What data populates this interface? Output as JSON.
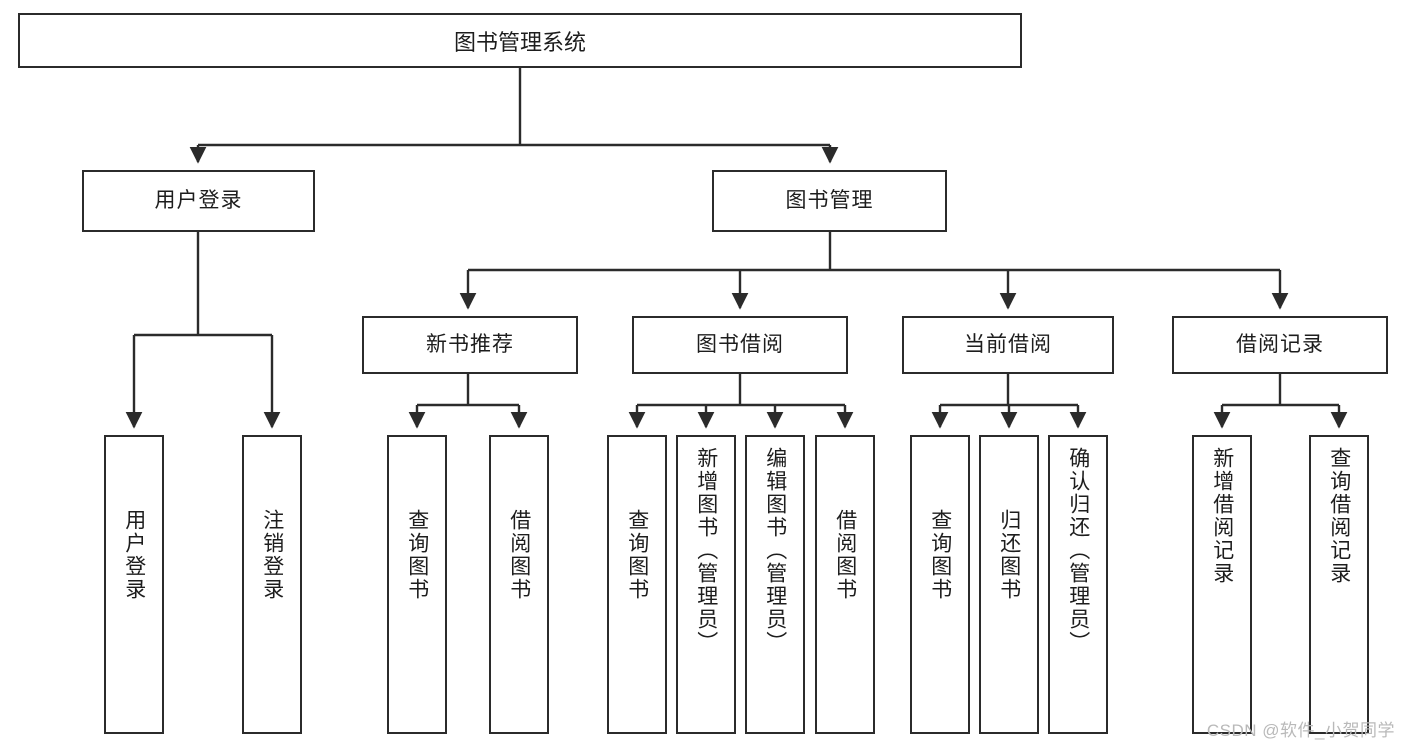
{
  "diagram": {
    "title": "图书管理系统",
    "type": "tree-flowchart",
    "root": {
      "label": "图书管理系统"
    },
    "level2": [
      {
        "label": "用户登录"
      },
      {
        "label": "图书管理"
      }
    ],
    "level3": [
      {
        "label": "新书推荐"
      },
      {
        "label": "图书借阅"
      },
      {
        "label": "当前借阅"
      },
      {
        "label": "借阅记录"
      }
    ],
    "leaves": {
      "user_login": [
        {
          "label": "用户登录"
        },
        {
          "label": "注销登录"
        }
      ],
      "new_book": [
        {
          "label": "查询图书"
        },
        {
          "label": "借阅图书"
        }
      ],
      "book_borrow": [
        {
          "label": "查询图书"
        },
        {
          "label": "新增图书（管理员）"
        },
        {
          "label": "编辑图书（管理员）"
        },
        {
          "label": "借阅图书"
        }
      ],
      "current_borrow": [
        {
          "label": "查询图书"
        },
        {
          "label": "归还图书"
        },
        {
          "label": "确认归还（管理员）"
        }
      ],
      "borrow_record": [
        {
          "label": "新增借阅记录"
        },
        {
          "label": "查询借阅记录"
        }
      ]
    }
  },
  "watermark": {
    "text": "CSDN @软件_小贺同学"
  },
  "colors": {
    "stroke": "#2b2b2b",
    "background": "#ffffff",
    "text": "#1d1d1d",
    "watermark": "#b9b9b9"
  }
}
